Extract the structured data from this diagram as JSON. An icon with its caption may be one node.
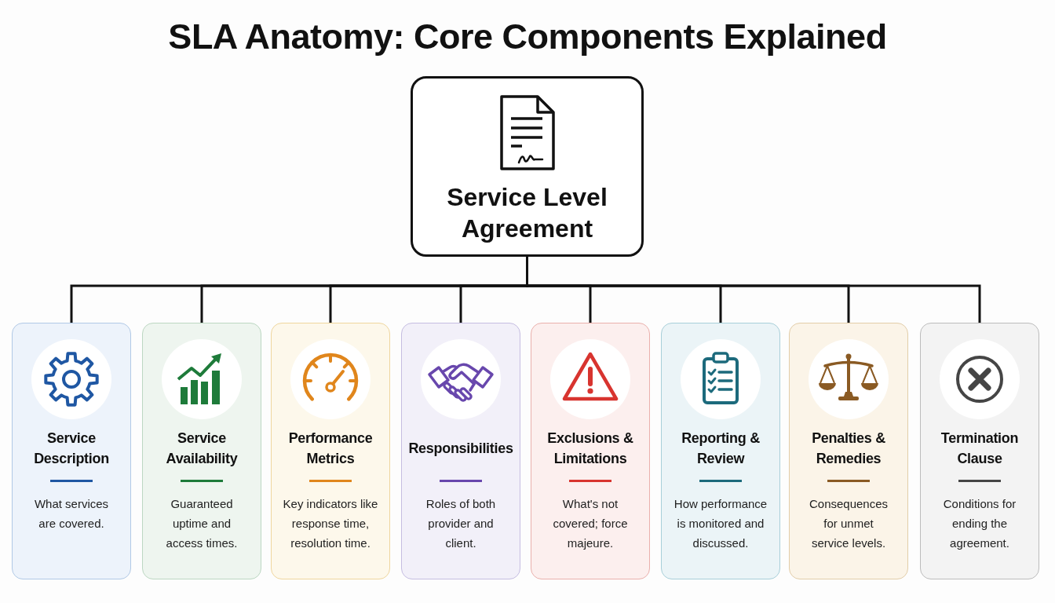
{
  "diagram": {
    "title": "SLA Anatomy: Core Components Explained",
    "nodes": [
      {
        "text": [
          "Service Level Agreement"
        ]
      },
      {
        "text": [
          "Service Description",
          "What services are covered."
        ]
      },
      {
        "text": [
          "Service Availability",
          "Guaranteed uptime and access times."
        ]
      },
      {
        "text": [
          "Performance Metrics",
          "Key indicators like response time, resolution time."
        ]
      },
      {
        "text": [
          "Responsibilities",
          "Roles of both provider and client."
        ]
      },
      {
        "text": [
          "Exclusions & Limitations",
          "What's not covered; force majeure."
        ]
      },
      {
        "text": [
          "Reporting & Review",
          "How performance is monitored and discussed."
        ]
      },
      {
        "text": [
          "Penalties & Remedies",
          "Consequences for unmet service levels."
        ]
      },
      {
        "text": [
          "Termination Clause",
          "Conditions for ending the agreement."
        ]
      }
    ],
    "edges": [
      {
        "from": 0,
        "to": 1,
        "arrow": "none"
      },
      {
        "from": 0,
        "to": 2,
        "arrow": "none"
      },
      {
        "from": 0,
        "to": 3,
        "arrow": "none"
      },
      {
        "from": 0,
        "to": 4,
        "arrow": "none"
      },
      {
        "from": 0,
        "to": 5,
        "arrow": "none"
      },
      {
        "from": 0,
        "to": 6,
        "arrow": "none"
      },
      {
        "from": 0,
        "to": 7,
        "arrow": "none"
      },
      {
        "from": 0,
        "to": 8,
        "arrow": "none"
      }
    ]
  }
}
